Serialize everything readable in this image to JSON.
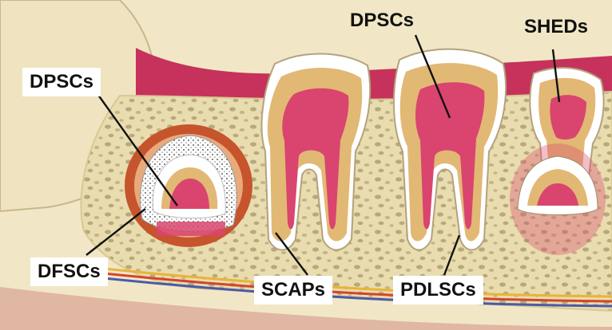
{
  "labels": {
    "dpscs_left": "DPSCs",
    "dpscs_top": "DPSCs",
    "sheds": "SHEDs",
    "dfscs": "DFSCs",
    "scaps": "SCAPs",
    "pdlscs": "PDLSCs"
  },
  "colors": {
    "background": "#ffffff",
    "soft_tissue": "#f1e7c6",
    "gum": "#c6325b",
    "bone": "#e9dcae",
    "bone_spot": "#b7a97d",
    "dentin": "#e2b875",
    "pulp": "#d9456e",
    "enamel": "#ffffff",
    "follicle": "#c6542c",
    "label_line": "#111111"
  }
}
